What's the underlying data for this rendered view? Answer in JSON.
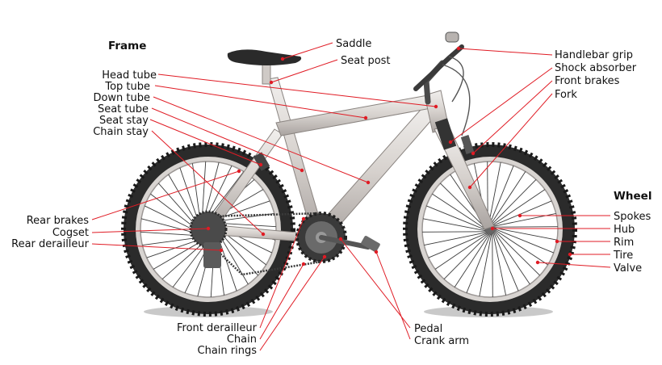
{
  "frame_heading": "Frame",
  "wheel_heading": "Wheel",
  "labels": {
    "saddle": "Saddle",
    "seat_post": "Seat post",
    "head_tube": "Head tube",
    "top_tube": "Top tube",
    "down_tube": "Down tube",
    "seat_tube": "Seat tube",
    "seat_stay": "Seat stay",
    "chain_stay": "Chain stay",
    "handlebar_grip": "Handlebar grip",
    "shock_absorber": "Shock absorber",
    "front_brakes": "Front brakes",
    "fork": "Fork",
    "spokes": "Spokes",
    "hub": "Hub",
    "rim": "Rim",
    "tire": "Tire",
    "valve": "Valve",
    "rear_brakes": "Rear brakes",
    "cogset": "Cogset",
    "rear_derailleur": "Rear derailleur",
    "front_derailleur": "Front derailleur",
    "chain": "Chain",
    "chain_rings": "Chain rings",
    "pedal": "Pedal",
    "crank_arm": "Crank arm"
  },
  "colors": {
    "leader_line": "#e01b24",
    "tire": "#2b2b2b",
    "rim": "#cfcac6",
    "frame": "#d9d5d2",
    "shadow": "#c9c9c9",
    "label_text": "#111111"
  }
}
